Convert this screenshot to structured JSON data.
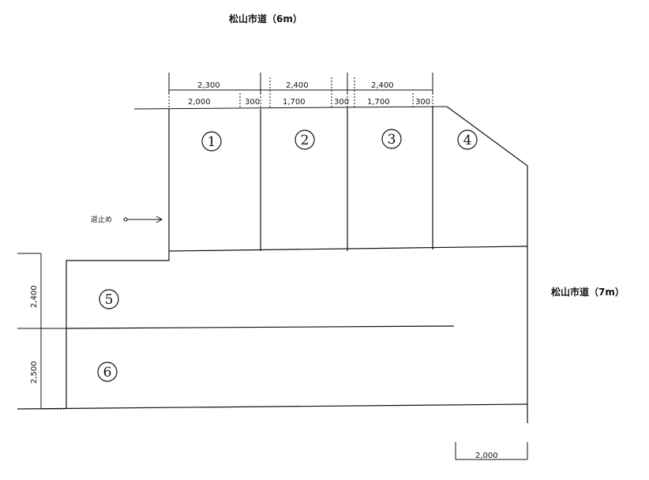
{
  "roads": {
    "top": "松山市道（6m）",
    "right": "松山市道（7m）"
  },
  "dimensions": {
    "top_outer": [
      "2,300",
      "2,400",
      "2,400"
    ],
    "top_inner": [
      "2,000",
      "300",
      "1,700",
      "300",
      "1,700",
      "300"
    ],
    "left": [
      "2,400",
      "2,500"
    ],
    "bottom": "2,000"
  },
  "lots": [
    "1",
    "2",
    "3",
    "4",
    "5",
    "6"
  ],
  "stop_label": "返止め"
}
